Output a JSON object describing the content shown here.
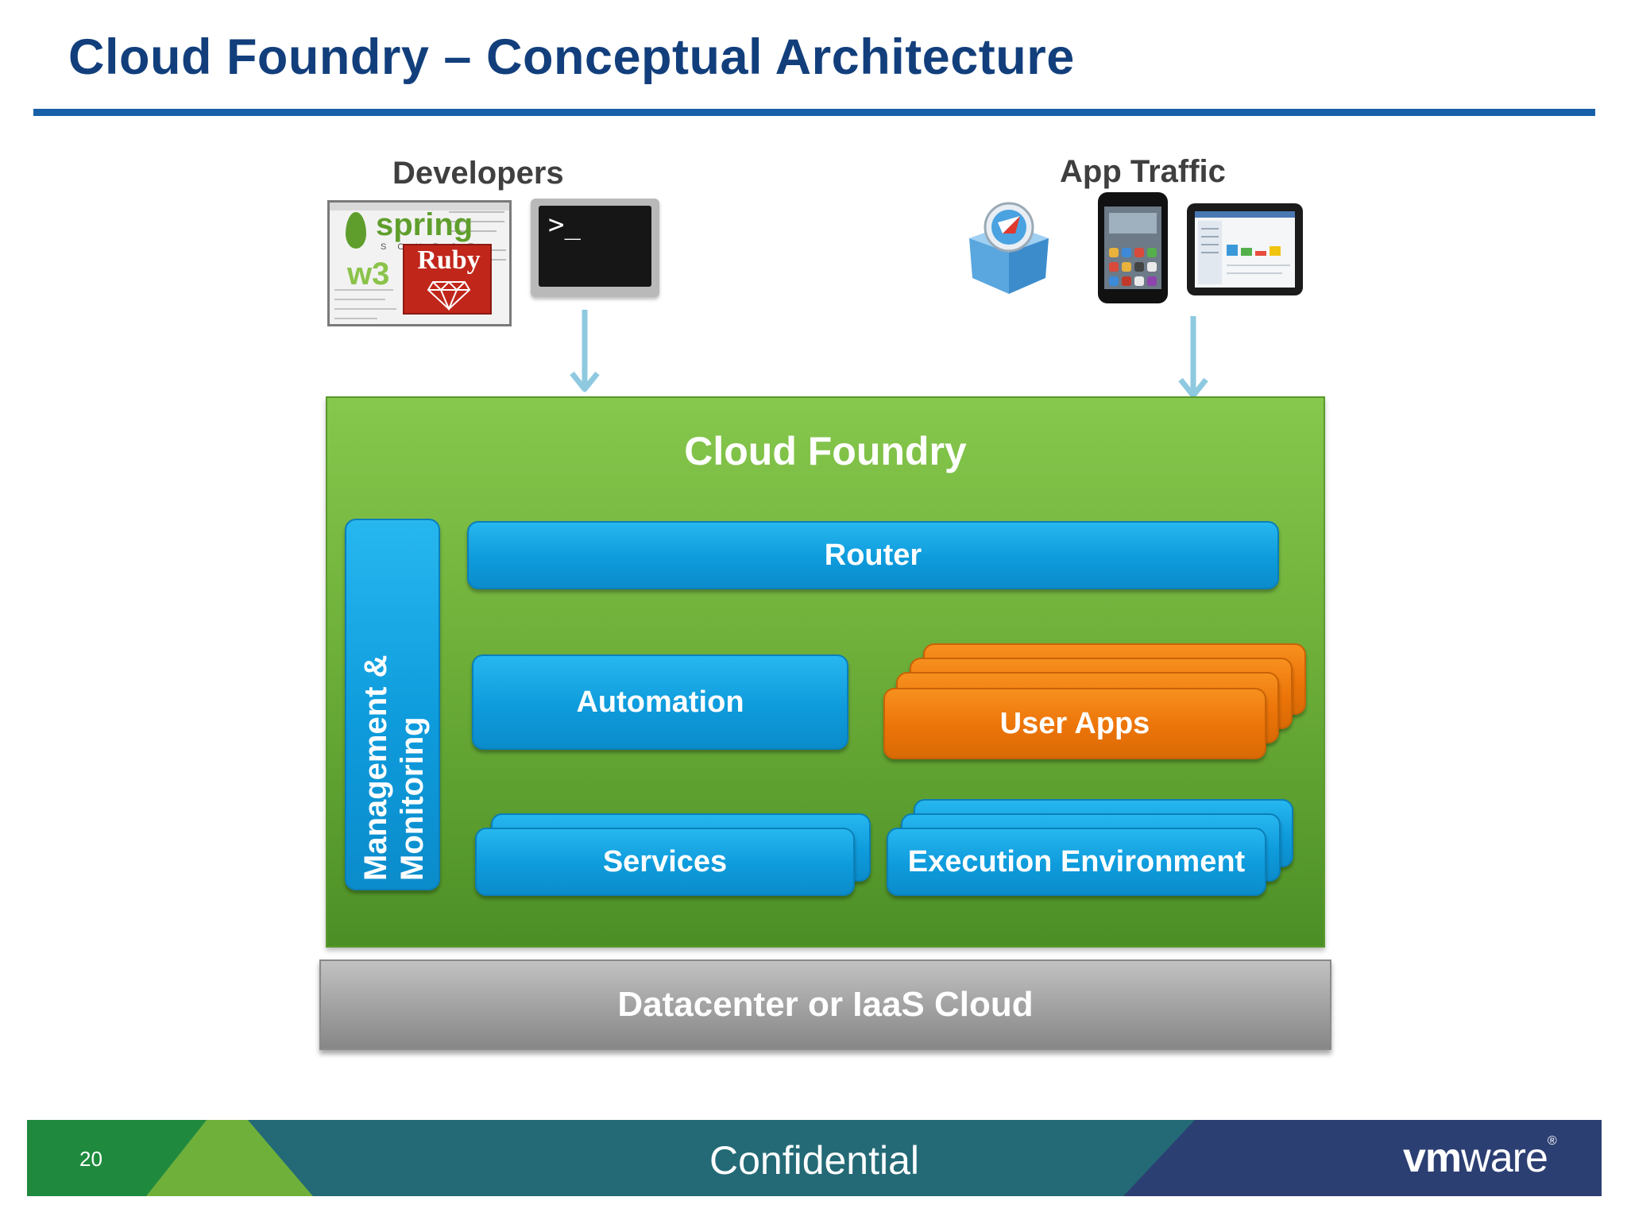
{
  "slide": {
    "title": "Cloud Foundry – Conceptual Architecture",
    "page_number": "20",
    "footer_label": "Confidential"
  },
  "sources": {
    "developers_label": "Developers",
    "app_traffic_label": "App Traffic",
    "developer_logos": {
      "spring": "spring",
      "source": "SOURCE",
      "ruby": "Ruby",
      "w3": "w3"
    },
    "terminal_prompt": ">_"
  },
  "cloud_foundry": {
    "title": "Cloud Foundry",
    "management": {
      "line1": "Management &",
      "line2": "Monitoring"
    },
    "router": "Router",
    "automation": "Automation",
    "user_apps": "User Apps",
    "services": "Services",
    "execution_environment": "Execution Environment"
  },
  "infrastructure": {
    "label": "Datacenter or IaaS Cloud"
  },
  "brand": {
    "vmware_vm": "vm",
    "vmware_ware": "ware",
    "vmware_reg": "®"
  },
  "colors": {
    "title": "#123f7c",
    "rule": "#1560a8",
    "cf_green": "#6fb03a",
    "component_blue": "#0e9bdc",
    "user_apps_orange": "#ec7408",
    "infrastructure_gray": "#a6a6a6",
    "arrow": "#8ec9e0"
  }
}
